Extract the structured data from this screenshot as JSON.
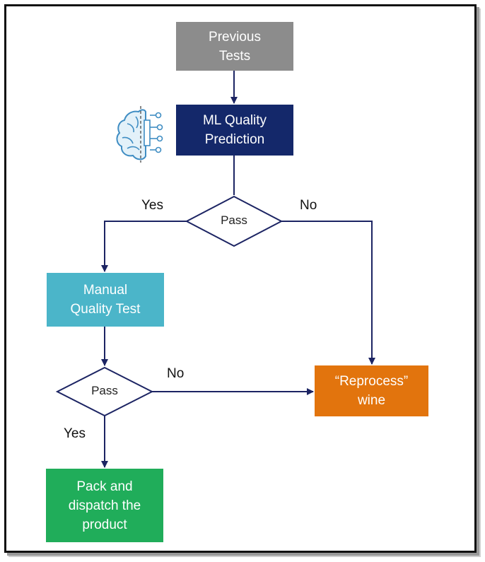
{
  "diagram": {
    "nodes": {
      "previous_tests": {
        "label": "Previous\nTests",
        "color": "#8c8c8c"
      },
      "ml_prediction": {
        "label": "ML Quality\nPrediction",
        "color": "#14286a"
      },
      "pass_1": {
        "label": "Pass"
      },
      "manual_test": {
        "label": "Manual\nQuality Test",
        "color": "#4bb5c9"
      },
      "pass_2": {
        "label": "Pass"
      },
      "reprocess": {
        "label": "“Reprocess”\nwine",
        "color": "#e2740d"
      },
      "pack_dispatch": {
        "label": "Pack and\ndispatch the\nproduct",
        "color": "#20ad5a"
      }
    },
    "edges": {
      "pass1_yes": "Yes",
      "pass1_no": "No",
      "pass2_no": "No",
      "pass2_yes": "Yes"
    },
    "icon": "brain-circuit-icon",
    "line_color": "#1c2463"
  }
}
